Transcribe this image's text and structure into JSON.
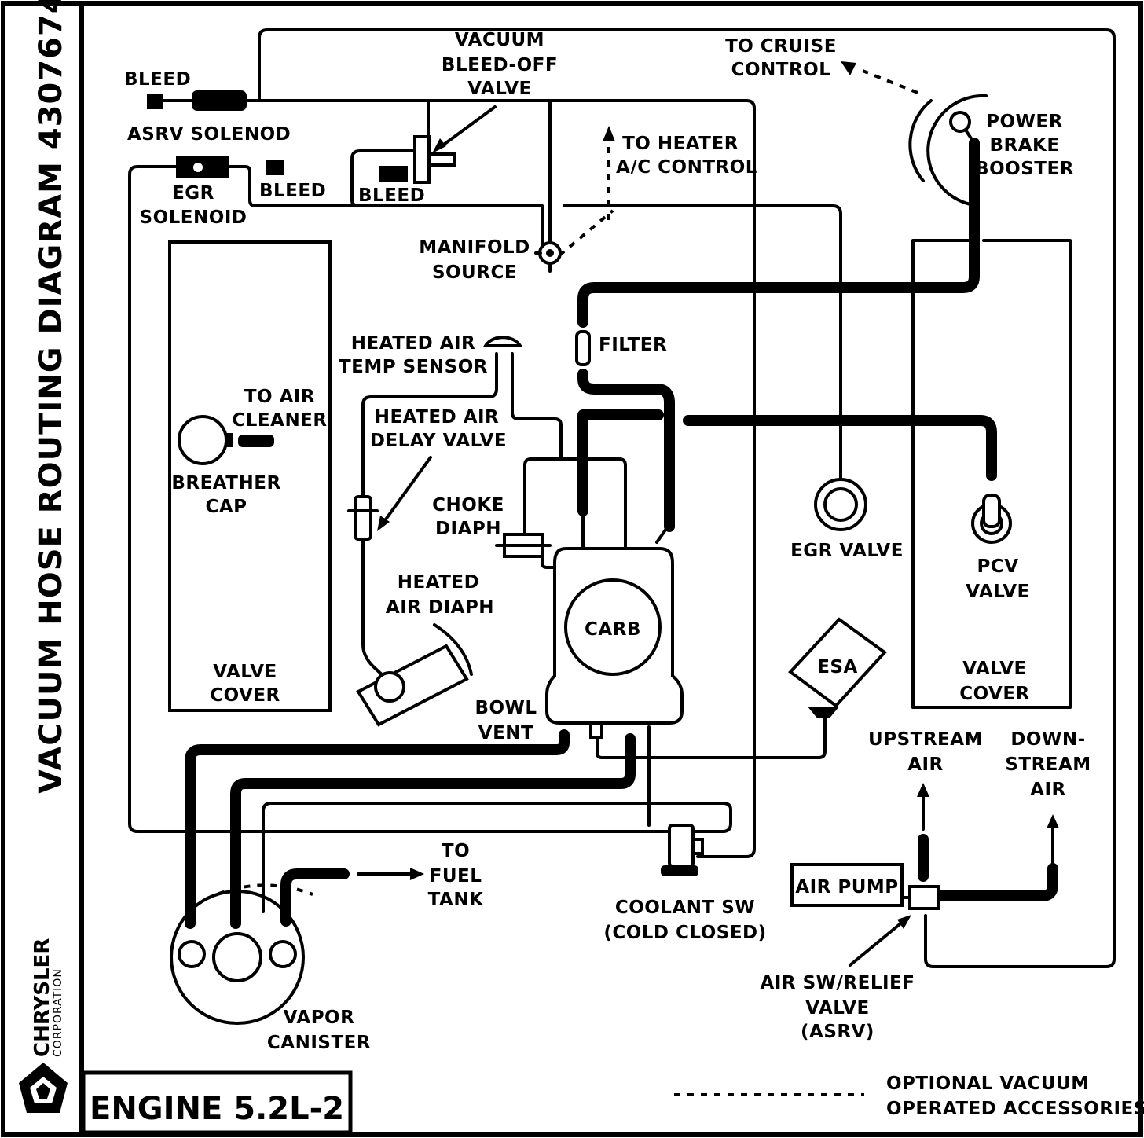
{
  "side_title": "VACUUM HOSE ROUTING DIAGRAM 4307674",
  "corporation": {
    "name": "CHRYSLER",
    "sub": "CORPORATION"
  },
  "engine": "ENGINE 5.2L-2",
  "legend": {
    "line1": "OPTIONAL VACUUM",
    "line2": "OPERATED ACCESSORIES"
  },
  "labels": {
    "bleed_1": "BLEED",
    "asrv_solenoid": "ASRV SOLENOD",
    "vacuum_bleed_off_valve": [
      "VACUUM",
      "BLEED-OFF",
      "VALVE"
    ],
    "to_cruise_control": [
      "TO CRUISE",
      "CONTROL"
    ],
    "power_brake_booster": [
      "POWER",
      "BRAKE",
      "BOOSTER"
    ],
    "egr_solenoid": [
      "EGR",
      "SOLENOID"
    ],
    "bleed_2": "BLEED",
    "bleed_3": "BLEED",
    "to_heater_ac_control": [
      "TO HEATER",
      "A/C CONTROL"
    ],
    "manifold_source": [
      "MANIFOLD",
      "SOURCE"
    ],
    "heated_air_temp_sensor": [
      "HEATED AIR",
      "TEMP SENSOR"
    ],
    "filter": "FILTER",
    "to_air_cleaner": [
      "TO AIR",
      "CLEANER"
    ],
    "heated_air_delay_valve": [
      "HEATED AIR",
      "DELAY VALVE"
    ],
    "breather_cap": [
      "BREATHER",
      "CAP"
    ],
    "choke_diaph": [
      "CHOKE",
      "DIAPH"
    ],
    "egr_valve": "EGR VALVE",
    "pcv_valve": [
      "PCV",
      "VALVE"
    ],
    "heated_air_diaph": [
      "HEATED",
      "AIR DIAPH"
    ],
    "carb": "CARB",
    "esa": "ESA",
    "valve_cover_left": [
      "VALVE",
      "COVER"
    ],
    "valve_cover_right": [
      "VALVE",
      "COVER"
    ],
    "bowl_vent": [
      "BOWL",
      "VENT"
    ],
    "upstream_air": [
      "UPSTREAM",
      "AIR"
    ],
    "downstream_air": [
      "DOWN-",
      "STREAM",
      "AIR"
    ],
    "to_fuel_tank": [
      "TO",
      "FUEL",
      "TANK"
    ],
    "air_pump": "AIR PUMP",
    "coolant_sw": [
      "COOLANT SW",
      "(COLD CLOSED)"
    ],
    "air_sw_relief_valve": [
      "AIR SW/RELIEF",
      "VALVE",
      "(ASRV)"
    ],
    "vapor_canister": [
      "VAPOR",
      "CANISTER"
    ]
  }
}
